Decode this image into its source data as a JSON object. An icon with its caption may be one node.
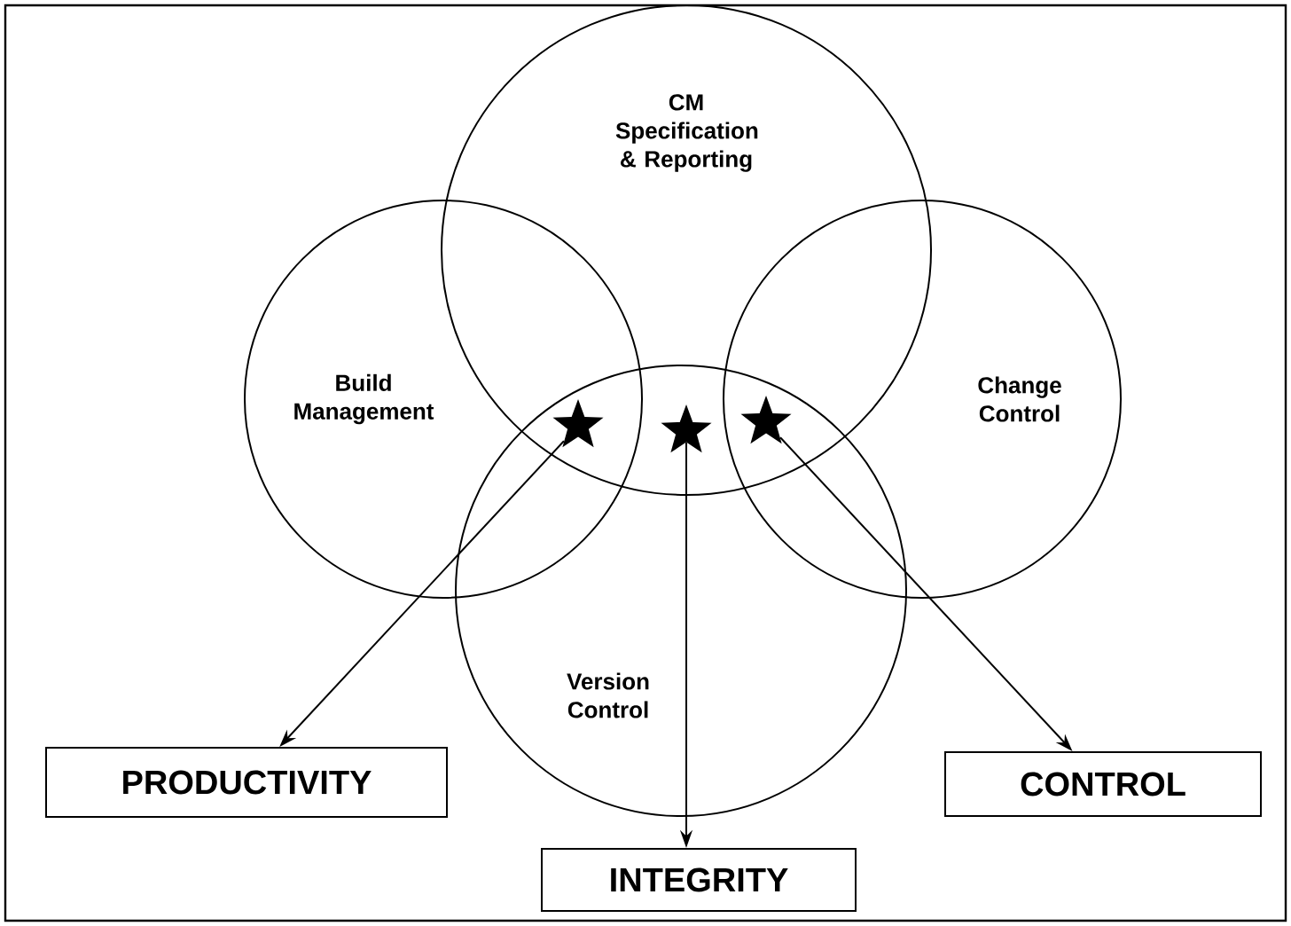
{
  "diagram": {
    "nodes": [
      {
        "text": [
          "CM Specification & Reporting"
        ]
      },
      {
        "text": [
          "Build Management"
        ]
      },
      {
        "text": [
          "Change Control"
        ]
      },
      {
        "text": [
          "Version Control"
        ]
      },
      {
        "text": [],
        "shape": "star"
      },
      {
        "text": [],
        "shape": "star"
      },
      {
        "text": [],
        "shape": "star"
      },
      {
        "text": [
          "PRODUCTIVITY"
        ]
      },
      {
        "text": [
          "INTEGRITY"
        ]
      },
      {
        "text": [
          "CONTROL"
        ]
      }
    ],
    "edges": [
      {
        "from": 4,
        "to": 7,
        "arrow": "to"
      },
      {
        "from": 5,
        "to": 8,
        "arrow": "to"
      },
      {
        "from": 6,
        "to": 9,
        "arrow": "to"
      }
    ]
  }
}
